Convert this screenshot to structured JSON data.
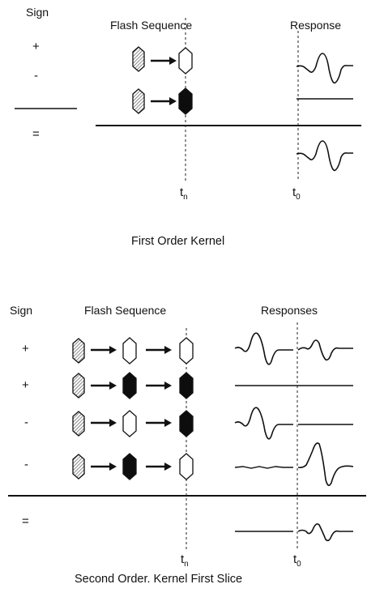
{
  "hex_colors": {
    "hatched": "#9a9a9a",
    "open": "#ffffff",
    "filled": "#0d0d0d",
    "ink": "#111111"
  },
  "top": {
    "sign_label": "Sign",
    "flash_label": "Flash Sequence",
    "response_label": "Response",
    "rows": [
      {
        "sign": "+",
        "second": "open"
      },
      {
        "sign": "-",
        "second": "filled"
      }
    ],
    "result_sign": "=",
    "t_left": {
      "base": "t",
      "sub": "n"
    },
    "t_right": {
      "base": "t",
      "sub": "0"
    },
    "caption": "First Order Kernel"
  },
  "bottom": {
    "sign_label": "Sign",
    "flash_label": "Flash Sequence",
    "response_label": "Responses",
    "rows": [
      {
        "sign": "+",
        "second": "open",
        "third": "open"
      },
      {
        "sign": "+",
        "second": "filled",
        "third": "filled"
      },
      {
        "sign": "-",
        "second": "open",
        "third": "filled"
      },
      {
        "sign": "-",
        "second": "filled",
        "third": "open"
      }
    ],
    "result_sign": "=",
    "t_left": {
      "base": "t",
      "sub": "n"
    },
    "t_right": {
      "base": "t",
      "sub": "0"
    },
    "caption": "Second Order. Kernel First Slice"
  }
}
